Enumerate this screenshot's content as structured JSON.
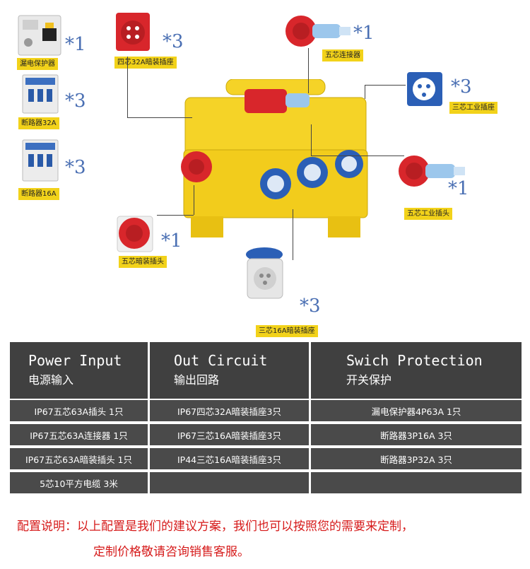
{
  "components": {
    "leakage_protector": {
      "label": "漏电保护器",
      "qty": "*1"
    },
    "breaker_32a": {
      "label": "断路器32A",
      "qty": "*3"
    },
    "breaker_16a": {
      "label": "断路器16A",
      "qty": "*3"
    },
    "socket_4core_32a": {
      "label": "四芯32A暗装插座",
      "qty": "*3"
    },
    "connector_5core": {
      "label": "五芯连接器",
      "qty": "*1"
    },
    "socket_3core_industrial": {
      "label": "三芯工业插座",
      "qty": "*3"
    },
    "plug_5core_industrial": {
      "label": "五芯工业插头",
      "qty": "*1"
    },
    "plug_5core_concealed": {
      "label": "五芯暗装插头",
      "qty": "*1"
    },
    "socket_3core_16a": {
      "label": "三芯16A暗装插座",
      "qty": "*3"
    }
  },
  "table": {
    "headers": [
      {
        "en": "Power Input",
        "cn": "电源输入"
      },
      {
        "en": "Out Circuit",
        "cn": "输出回路"
      },
      {
        "en": "Swich Protection",
        "cn": "开关保护"
      }
    ],
    "rows": [
      [
        "IP67五芯63A插头 1只",
        "IP67四芯32A暗装插座3只",
        "漏电保护器4P63A 1只"
      ],
      [
        "IP67五芯63A连接器 1只",
        "IP67三芯16A暗装插座3只",
        "断路器3P16A 3只"
      ],
      [
        "IP67五芯63A暗装插头 1只",
        "IP44三芯16A暗装插座3只",
        "断路器3P32A 3只"
      ],
      [
        "5芯10平方电缆  3米",
        "",
        ""
      ]
    ]
  },
  "note": {
    "line1": "配置说明：以上配置是我们的建议方案，我们也可以按照您的需要来定制，",
    "line2": "定制价格敬请咨询销售客服。"
  },
  "colors": {
    "box_yellow": "#f5d327",
    "plug_red": "#d8262b",
    "socket_blue": "#2b5fb6",
    "qty_blue": "#4a6fb3",
    "tag_yellow": "#f2d21a",
    "table_dark": "#404040",
    "note_red": "#d61a1a"
  }
}
